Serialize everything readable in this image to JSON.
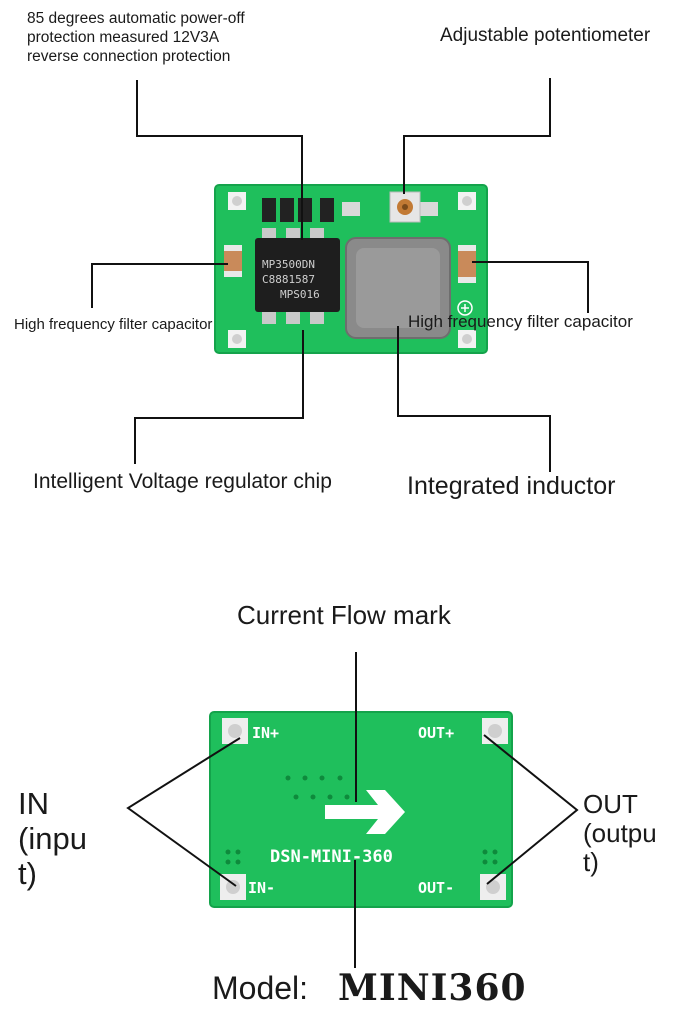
{
  "callouts": {
    "protection": {
      "line1": "85 degrees automatic power-off",
      "line2": "protection measured 12V3A",
      "line3": "reverse connection protection"
    },
    "potentiometer": "Adjustable potentiometer",
    "capacitor_left": "High frequency filter capacitor",
    "capacitor_right": "High frequency filter capacitor",
    "regulator_chip": "Intelligent Voltage regulator chip",
    "inductor": "Integrated inductor",
    "current_flow": "Current Flow mark",
    "input": {
      "line1": "IN",
      "line2": "(inpu",
      "line3": "t)"
    },
    "output": {
      "line1": "OUT",
      "line2": "(outpu",
      "line3": "t)"
    },
    "model_label": "Model:",
    "model_value": "MINI360"
  },
  "board_top": {
    "chip_lines": [
      "MP3500DN",
      "C8881587",
      "MPS016"
    ]
  },
  "board_bottom": {
    "pad_in_plus": "IN+",
    "pad_in_minus": "IN-",
    "pad_out_plus": "OUT+",
    "pad_out_minus": "OUT-",
    "silkscreen": "DSN-MINI-360"
  },
  "colors": {
    "pcb_green": "#1fbf5c",
    "pcb_edge": "#14a34b",
    "inductor_gray": "#8a8a8a",
    "capacitor_tan": "#c98a5a",
    "line": "#111111"
  }
}
